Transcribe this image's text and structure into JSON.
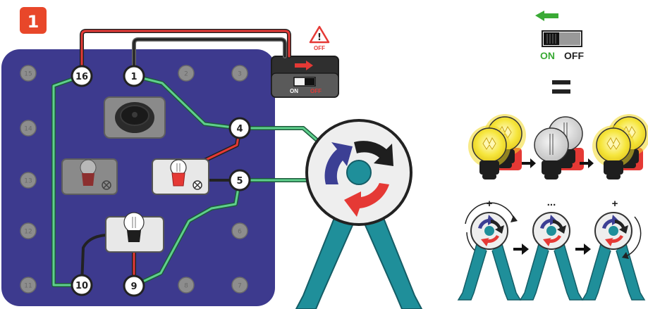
{
  "step": {
    "number": "1",
    "color": "#e8472a"
  },
  "board": {
    "color": "#3d3a8e",
    "terminals_dim": [
      "15",
      "2",
      "3",
      "14",
      "13",
      "12",
      "6",
      "11",
      "8",
      "7"
    ],
    "terminals_active": [
      "16",
      "1",
      "4",
      "5",
      "10",
      "9"
    ]
  },
  "switch_module": {
    "on_label": "ON",
    "off_label": "OFF",
    "warning_label": "OFF"
  },
  "legend": {
    "on_label": "ON",
    "off_label": "OFF",
    "equals": "=",
    "separators": [
      "+",
      "...",
      "+"
    ]
  },
  "colors": {
    "wire_red": "#e53935",
    "wire_black": "#222222",
    "wire_green": "#4caf78",
    "motor_stand": "#1f8f9a",
    "arrow_green": "#3aaa35",
    "bulb_lit": "#f7e94a",
    "bulb_off": "#cfcfcf"
  }
}
